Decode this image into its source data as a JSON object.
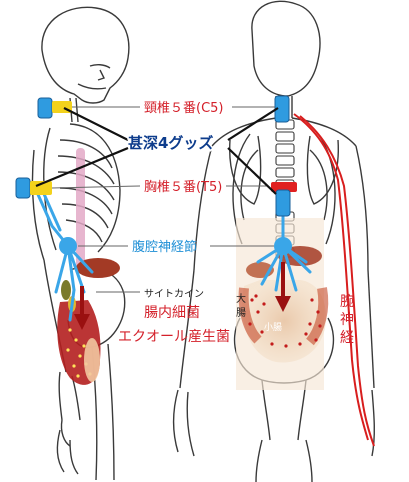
{
  "labels": {
    "cervical": "頸椎５番(C5)",
    "center": "甚深4グッズ",
    "thoracic": "胸椎５番(T5)",
    "celiac": "腹腔神経節",
    "cytokine": "サイトカイン",
    "gut_bacteria": "腸内細菌",
    "equol": "エクオール産生菌",
    "large_intestine": "大腸",
    "small_intestine": "小腸",
    "arm_nerve": "腕神経"
  },
  "colors": {
    "red_label": "#d4202a",
    "blue_label": "#1e8fd6",
    "nerve_blue": "#3aa6e8",
    "device_blue": "#2f9be0",
    "device_yellow": "#f3d21c",
    "center_text": "#0d3c8c",
    "arm_nerve_red": "#d81e1e"
  },
  "icons": {
    "left_figure": "skeleton-side-view",
    "right_figure": "skeleton-back-view"
  }
}
